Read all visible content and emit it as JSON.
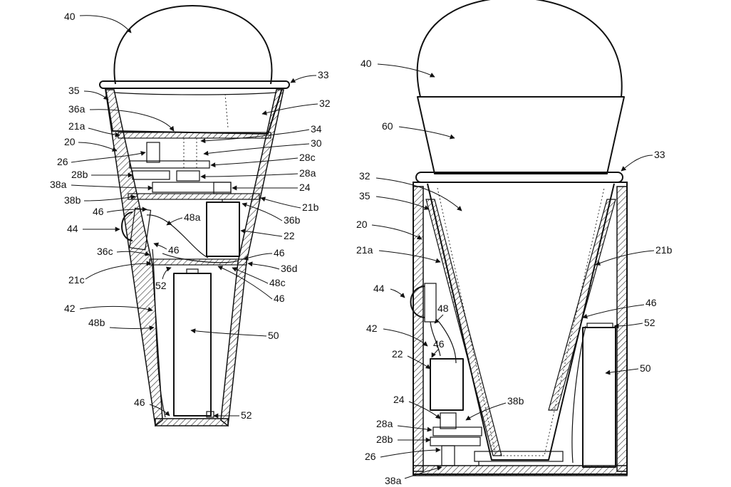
{
  "figure_left": {
    "labels": [
      "40",
      "33",
      "35",
      "32",
      "36a",
      "21a",
      "34",
      "20",
      "30",
      "26",
      "28c",
      "28b",
      "28a",
      "38a",
      "24",
      "38b",
      "21b",
      "46",
      "36b",
      "48a",
      "44",
      "22",
      "36c",
      "46",
      "46",
      "36d",
      "21c",
      "52",
      "48c",
      "46",
      "42",
      "48b",
      "50",
      "46",
      "52"
    ]
  },
  "figure_right": {
    "labels": [
      "40",
      "60",
      "33",
      "32",
      "35",
      "20",
      "21a",
      "21b",
      "46",
      "44",
      "48",
      "52",
      "42",
      "46",
      "50",
      "22",
      "24",
      "38b",
      "28a",
      "28b",
      "26",
      "38a"
    ]
  },
  "colors": {
    "ink": "#111111",
    "paper": "#ffffff"
  }
}
